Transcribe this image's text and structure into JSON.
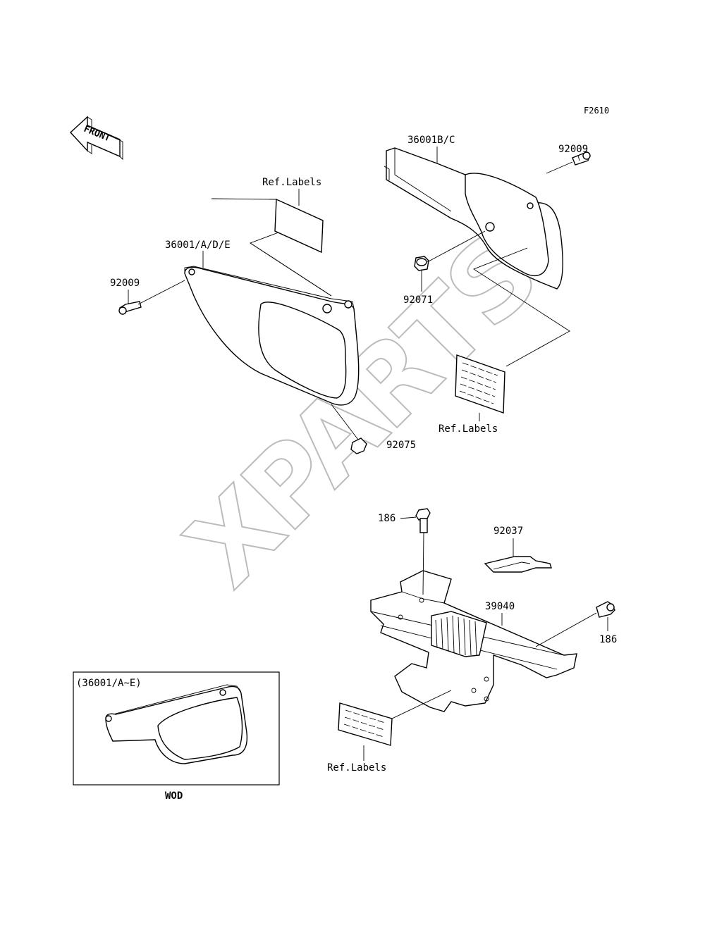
{
  "figure_code": "F2610",
  "direction_arrow": "FRONT",
  "watermark": "XPARTS",
  "inset": {
    "caption": "(36001/A~E)",
    "footer": "WOD"
  },
  "callouts": {
    "ref_labels_top": "Ref.Labels",
    "ref_labels_right": "Ref.Labels",
    "ref_labels_bottom": "Ref.Labels",
    "left_cover": "36001/A/D/E",
    "right_cover": "36001B/C",
    "bolt_left": "92009",
    "bolt_right": "92009",
    "grommet_right": "92071",
    "grommet_left": "92075",
    "bolt_186_top": "186",
    "bolt_186_right": "186",
    "gasket": "92037",
    "skid_plate": "39040"
  }
}
